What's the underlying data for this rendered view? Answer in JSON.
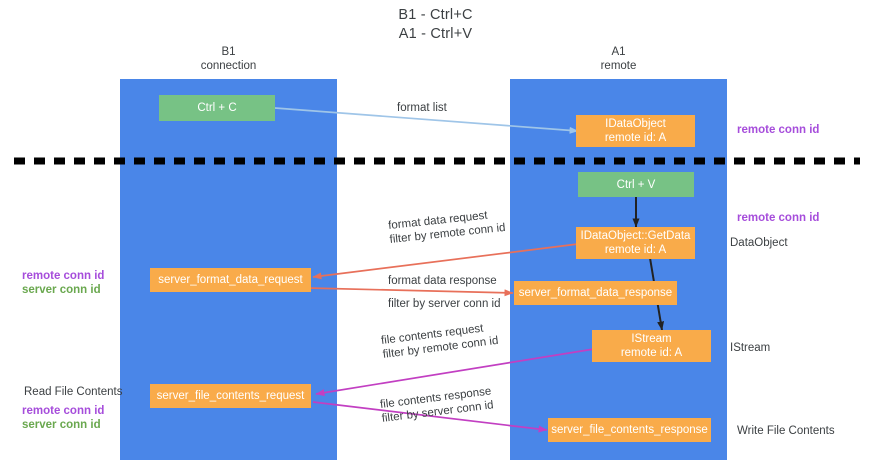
{
  "title": {
    "line1": "B1 - Ctrl+C",
    "line2": "A1 - Ctrl+V"
  },
  "lanes": [
    {
      "id": "b1",
      "name_line1": "B1",
      "name_line2": "connection",
      "color": "#4a86e8"
    },
    {
      "id": "a1",
      "name_line1": "A1",
      "name_line2": "remote",
      "color": "#4a86e8"
    }
  ],
  "divider": {
    "style": "dashed",
    "color": "#000000"
  },
  "boxes": {
    "ctrl_c": {
      "label": "Ctrl + C",
      "color": "#77c285"
    },
    "ctrl_v": {
      "label": "Ctrl + V",
      "color": "#77c285"
    },
    "idataobject": {
      "line1": "IDataObject",
      "line2": "remote id: A",
      "color": "#f9ab4a"
    },
    "getdata": {
      "line1": "IDataObject::GetData",
      "line2": "remote id: A",
      "color": "#f9ab4a"
    },
    "istream": {
      "line1": "IStream",
      "line2": "remote id: A",
      "color": "#f9ab4a"
    },
    "server_format_data_request": {
      "label": "server_format_data_request",
      "color": "#f9ab4a"
    },
    "server_format_data_response": {
      "label": "server_format_data_response",
      "color": "#f9ab4a"
    },
    "server_file_contents_request": {
      "label": "server_file_contents_request",
      "color": "#f9ab4a"
    },
    "server_file_contents_response": {
      "label": "server_file_contents_response",
      "color": "#f9ab4a"
    }
  },
  "edge_labels": {
    "format_list": "format list",
    "format_data_request": "format data request",
    "format_data_request_filter_prefix": "filter by ",
    "format_data_request_filter_key": "remote conn id",
    "format_data_response": "format data response",
    "format_data_response_filter_prefix": "filter by ",
    "format_data_response_filter_key": "server conn id",
    "file_contents_request": "file contents request",
    "file_contents_request_filter_prefix": "filter by ",
    "file_contents_request_filter_key": "remote conn id",
    "file_contents_response": "file contents response",
    "file_contents_response_filter_prefix": "filter by ",
    "file_contents_response_filter_key": "server conn id"
  },
  "side_labels": {
    "left_mid_remote": "remote conn id",
    "left_mid_server": "server conn id",
    "left_read_file_contents": "Read File Contents",
    "left_bottom_remote": "remote conn id",
    "left_bottom_server": "server conn id",
    "right_top_remote": "remote conn id",
    "right_mid_remote": "remote conn id",
    "right_dataobject": "DataObject",
    "right_istream": "IStream",
    "right_write_file_contents": "Write File Contents"
  },
  "colors": {
    "lane_blue": "#4a86e8",
    "box_green": "#77c285",
    "box_orange": "#f9ab4a",
    "key_purple": "#a64ddb",
    "key_green": "#6aa84f",
    "arrow_blue": "#9fc5e8",
    "arrow_red": "#e8705a",
    "arrow_magenta": "#c23fc2",
    "arrow_black": "#222222",
    "text_dark": "#3c4043"
  }
}
